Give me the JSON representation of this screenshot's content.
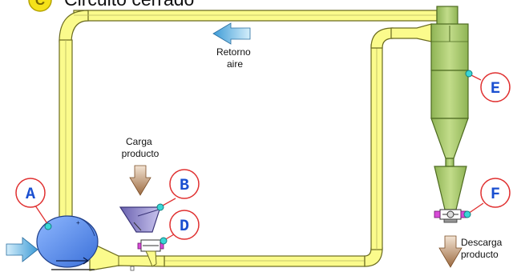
{
  "title": {
    "badge": "C",
    "text": "Circuito cerrado"
  },
  "labels": {
    "return_air": [
      "Retorno",
      "aire"
    ],
    "product_load": [
      "Carga",
      "producto"
    ],
    "product_discharge": [
      "Descarga",
      "producto"
    ]
  },
  "points": [
    {
      "id": "A",
      "label": "A"
    },
    {
      "id": "B",
      "label": "B"
    },
    {
      "id": "D",
      "label": "D"
    },
    {
      "id": "E",
      "label": "E"
    },
    {
      "id": "F",
      "label": "F"
    }
  ],
  "colors": {
    "duct_fill": "#fbfb8c",
    "duct_stroke": "#6b6b20",
    "fan": "#4d8cf0",
    "cyclone": "#a9c96e",
    "hopper": "#8f88c8",
    "arrow_blue": "#5aaee0",
    "arrow_brown": "#b5835a",
    "marker_ring": "#e03030",
    "sensor": "#39d6d6",
    "badge": "#f5e21a"
  },
  "icons": {
    "fan": "centrifugal-fan-icon",
    "cyclone": "cyclone-separator-icon",
    "hopper": "feed-hopper-icon",
    "valve": "rotary-valve-icon"
  }
}
